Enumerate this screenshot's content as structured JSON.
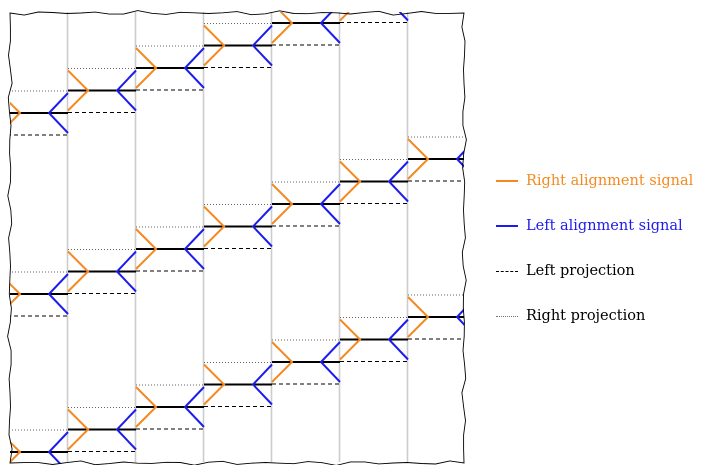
{
  "legend": {
    "items": [
      {
        "key": "right_signal",
        "label": "Right alignment signal",
        "color": "#f5891f",
        "line": "solid"
      },
      {
        "key": "left_signal",
        "label": "Left alignment signal",
        "color": "#1c1cee",
        "line": "solid"
      },
      {
        "key": "left_projection",
        "label": "Left projection",
        "color": "#000000",
        "line": "dashed"
      },
      {
        "key": "right_projection",
        "label": "Right projection",
        "color": "#555555",
        "line": "dotted"
      }
    ]
  },
  "colors": {
    "right_signal": "#f5891f",
    "left_signal": "#1c1cee",
    "segment": "#000000",
    "separator": "#cccccc",
    "frame": "#000000"
  },
  "diagram": {
    "columns": 7,
    "bands": [
      {
        "name": "top",
        "rows": [
          0,
          1,
          2,
          3,
          4,
          5
        ]
      },
      {
        "name": "middle",
        "rows": [
          0,
          1,
          2,
          3,
          4,
          5,
          6
        ]
      },
      {
        "name": "bottom",
        "rows": [
          0,
          1,
          2,
          3,
          4,
          5,
          6
        ]
      }
    ]
  }
}
